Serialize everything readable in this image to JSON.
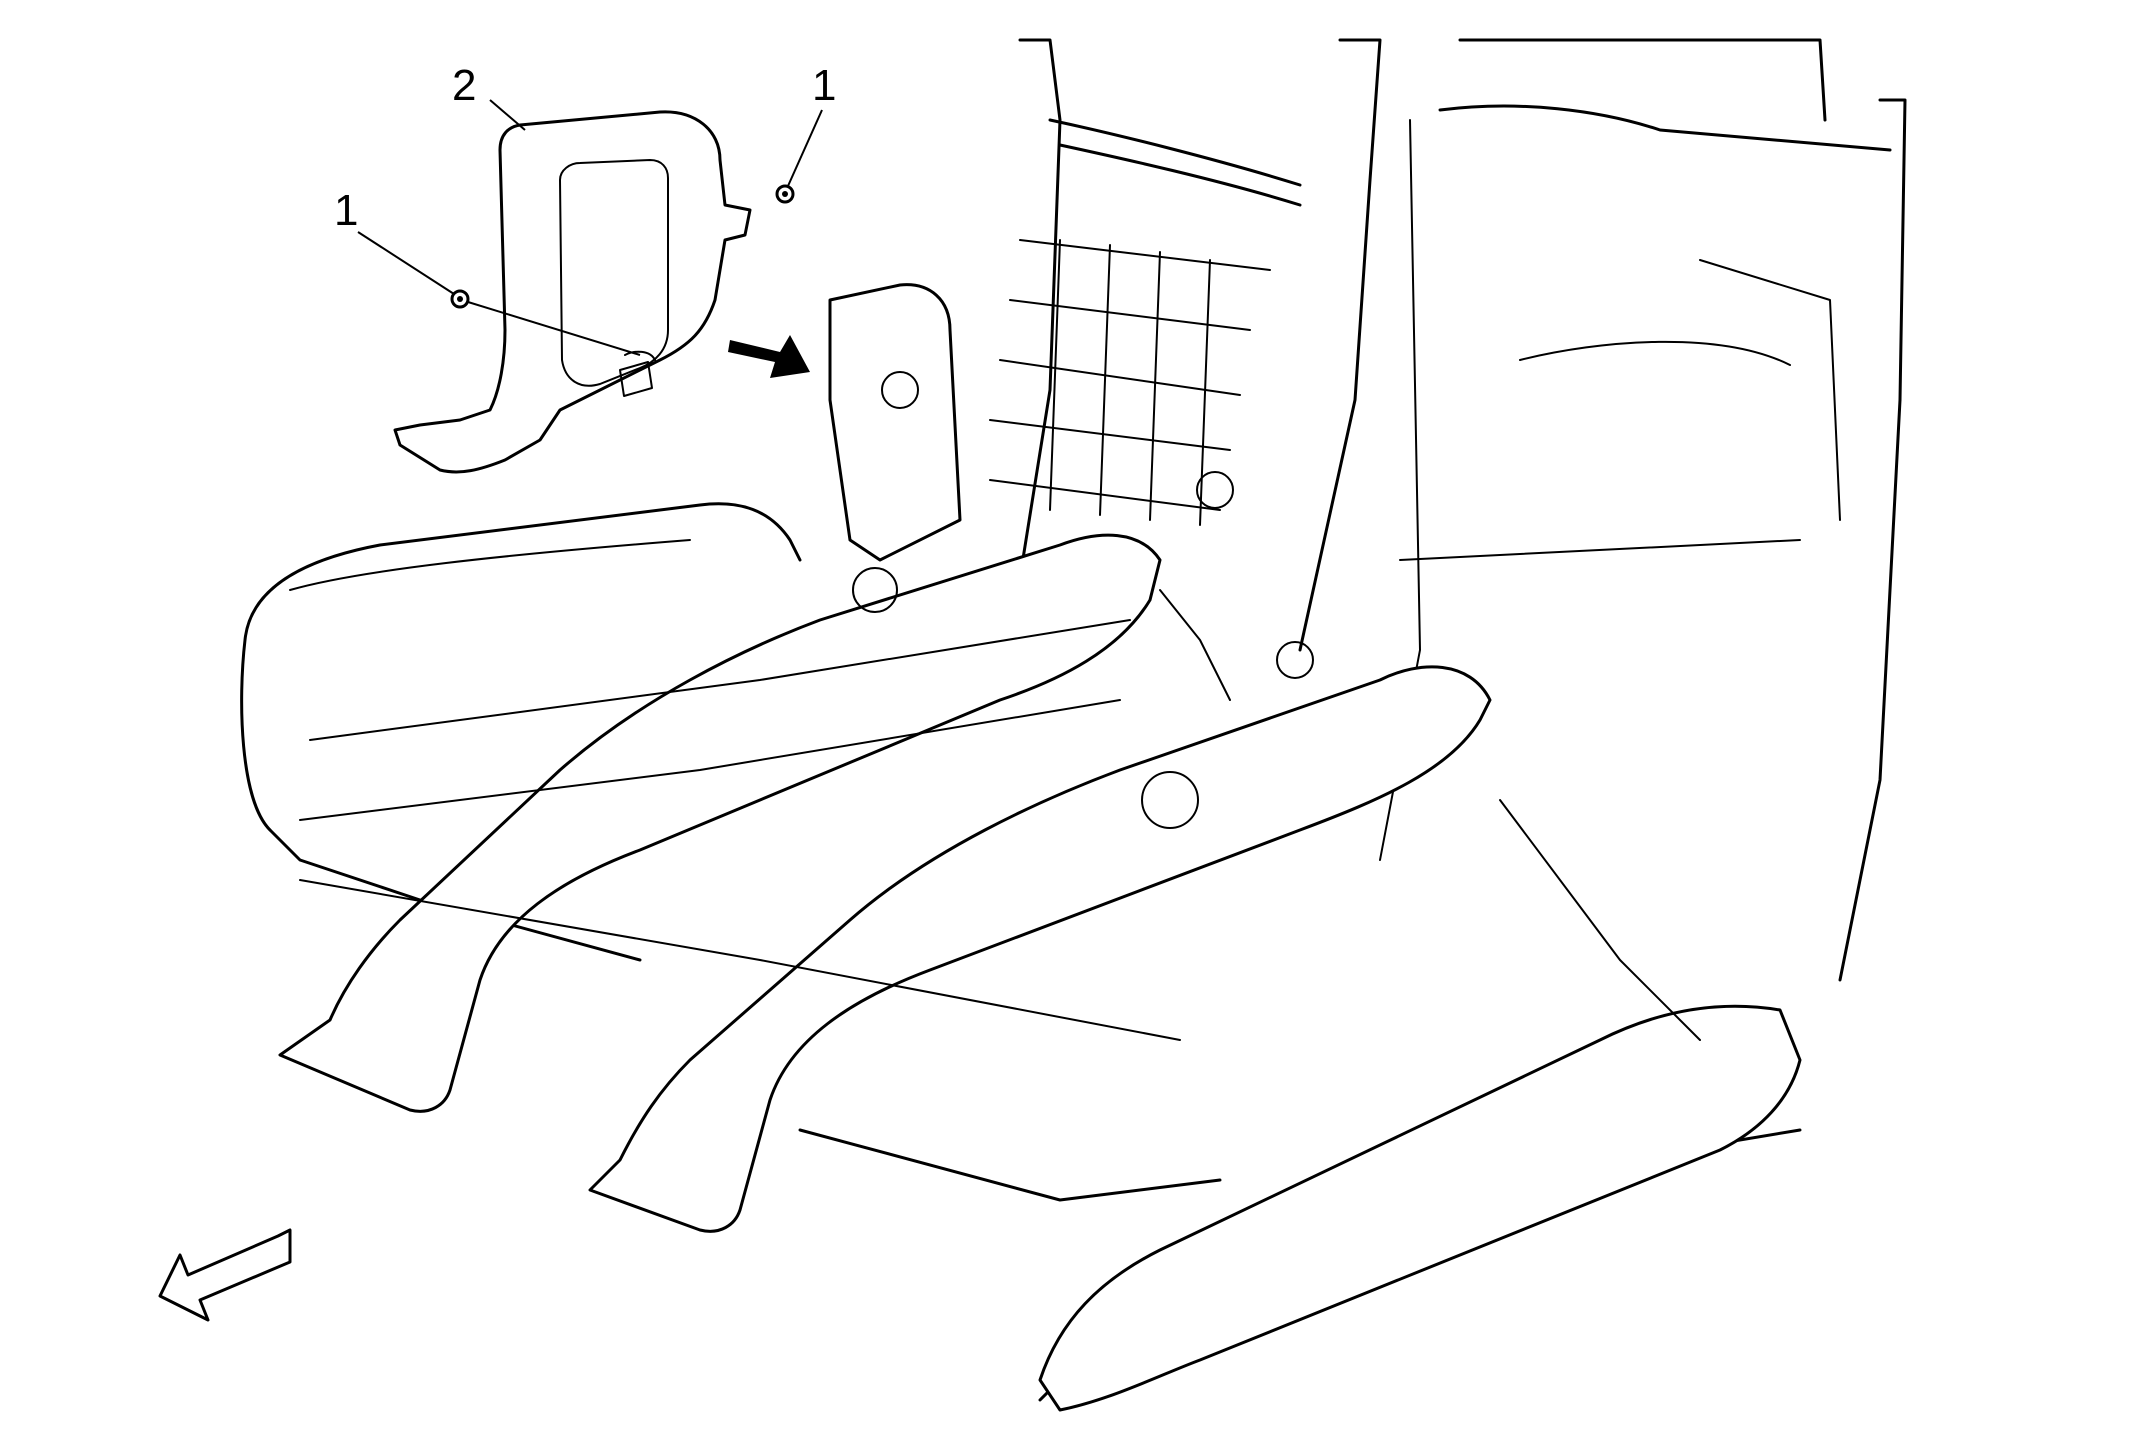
{
  "callouts": {
    "fastener_upper": "1",
    "fastener_lower": "1",
    "cover_panel": "2"
  },
  "colors": {
    "line": "#000000",
    "background": "#ffffff"
  }
}
